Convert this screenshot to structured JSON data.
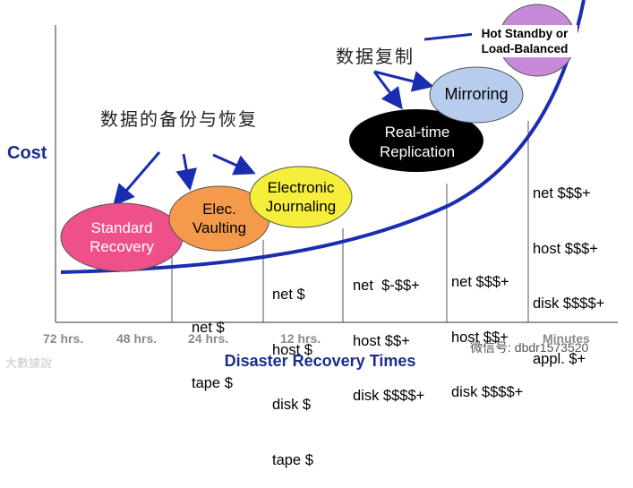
{
  "axes": {
    "y_label": "Cost",
    "x_label": "Disaster Recovery Times",
    "ticks": [
      "72 hrs.",
      "48 hrs.",
      "24 hrs.",
      "12 hrs.",
      "Minutes"
    ]
  },
  "annotations": {
    "backup_restore": "数据的备份与恢复",
    "data_replication": "数据复制"
  },
  "ovals": {
    "standard_recovery": [
      "Standard",
      "Recovery"
    ],
    "elec_vaulting": [
      "Elec.",
      "Vaulting"
    ],
    "electronic_journaling": [
      "Electronic",
      "Journaling"
    ],
    "realtime_replication": [
      "Real-time",
      "Replication"
    ],
    "mirroring": [
      "Mirroring"
    ],
    "hot_standby": [
      "Hot Standby or",
      "Load-Balanced"
    ]
  },
  "cost_columns": [
    [
      "net $",
      "tape $"
    ],
    [
      "net $",
      "host $",
      "disk $",
      "tape $"
    ],
    [
      "net  $-$$+",
      "host $$+",
      "disk $$$$+"
    ],
    [
      "net $$$+",
      "host $$+",
      "disk $$$$+"
    ],
    [
      "net $$$+",
      "host $$$+",
      "disk $$$$+",
      "appl. $+"
    ]
  ],
  "colors": {
    "axis_text": "#1a2d8c",
    "curve": "#1a2db0",
    "standard_recovery": "#f0508a",
    "elec_vaulting": "#f59a4a",
    "electronic_journaling": "#f5ee3a",
    "realtime_replication": "#000000",
    "mirroring": "#b8cdee",
    "hot_standby": "#c68ad8"
  },
  "watermarks": {
    "left": "大數據說",
    "right": "微信号: dbdr1573520"
  }
}
